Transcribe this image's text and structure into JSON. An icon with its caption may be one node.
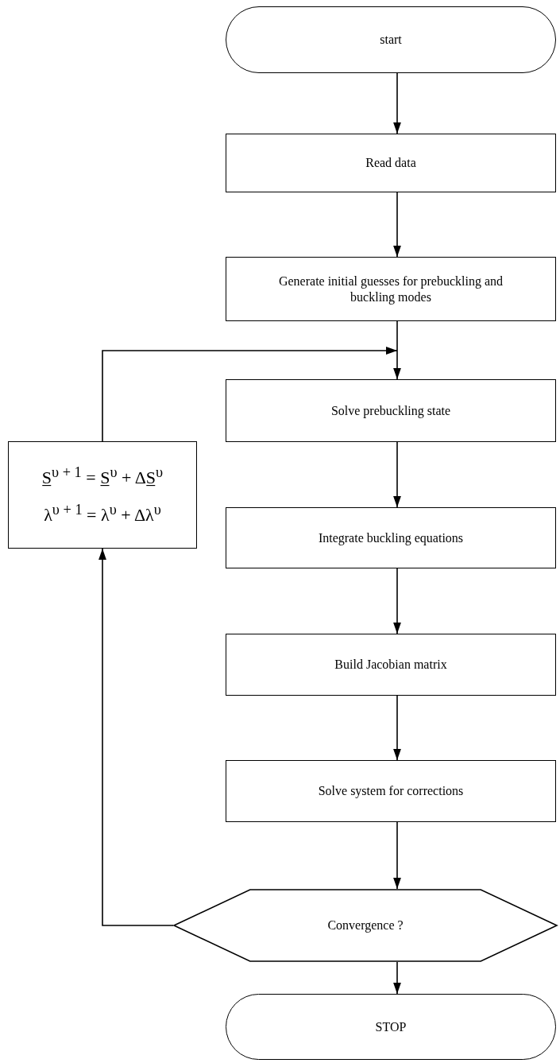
{
  "diagram": {
    "nodes": [
      {
        "text": [
          "start"
        ]
      },
      {
        "text": [
          "Read data"
        ]
      },
      {
        "text": [
          "Generate initial guesses for prebuckling and buckling modes"
        ]
      },
      {
        "text": [
          "Solve prebuckling state"
        ]
      },
      {
        "text": [
          "Integrate buckling equations"
        ]
      },
      {
        "text": [
          "Build Jacobian matrix"
        ]
      },
      {
        "text": [
          "Solve system for corrections"
        ]
      },
      {
        "text": [
          "Convergence ?"
        ]
      },
      {
        "text": [
          "STOP"
        ]
      },
      {
        "text": [
          "S̲$^{υ + 1}$ = S̲$^{υ}$ + ΔS̲$^{υ}$",
          "λ$^{υ + 1}$ = λ$^{υ}$ + Δλ$^{υ}$"
        ]
      }
    ],
    "edges": [
      {
        "from": 0,
        "to": 1,
        "arrow": "to"
      },
      {
        "from": 1,
        "to": 2,
        "arrow": "to"
      },
      {
        "from": 2,
        "to": 3,
        "arrow": "to"
      },
      {
        "from": 3,
        "to": 4,
        "arrow": "to"
      },
      {
        "from": 4,
        "to": 5,
        "arrow": "to"
      },
      {
        "from": 5,
        "to": 6,
        "arrow": "to"
      },
      {
        "from": 6,
        "to": 7,
        "arrow": "to"
      },
      {
        "from": 7,
        "to": 8,
        "arrow": "to"
      },
      {
        "from": 7,
        "to": 9,
        "arrow": "to"
      },
      {
        "from": 9,
        "to": 3,
        "arrow": "to"
      }
    ]
  }
}
